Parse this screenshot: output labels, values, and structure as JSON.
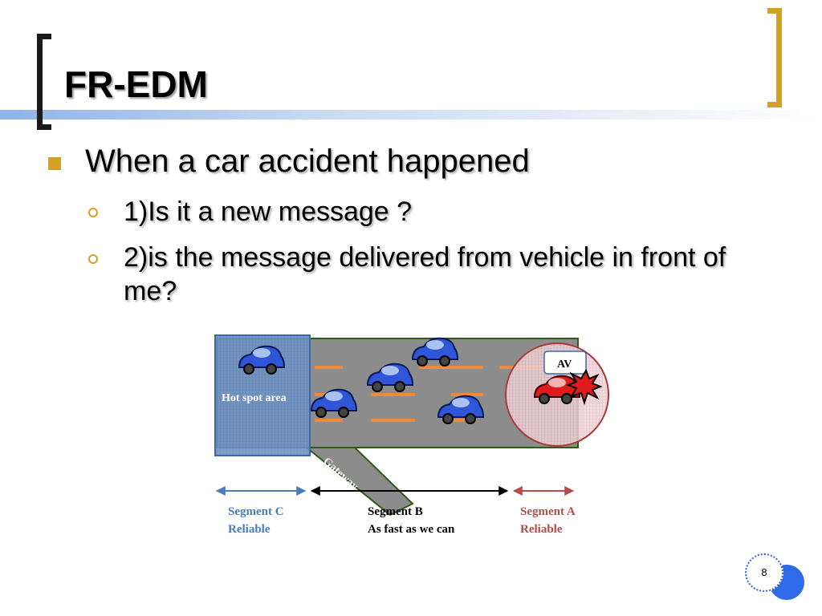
{
  "title": "FR-EDM",
  "bullets": {
    "main": "When a car accident happened",
    "sub": [
      "1)Is it a new message ?",
      "2)is the message delivered from vehicle in front of me?"
    ]
  },
  "diagram": {
    "hot_spot_label": "Hot spot area",
    "gateway_label": "Gateway",
    "av_label": "AV",
    "segments": [
      {
        "name": "Segment C",
        "desc": "Reliable"
      },
      {
        "name": "Segment B",
        "desc": "As fast as we can"
      },
      {
        "name": "Segment A",
        "desc": "Reliable"
      }
    ]
  },
  "page_number": "8",
  "colors": {
    "accent_gold": "#d4a02a",
    "band_blue": "#8fb4e6",
    "segment_c": "#4a7bbd",
    "segment_a": "#b84a4a",
    "car_blue": "#2f56d8",
    "car_red": "#e01b1b"
  }
}
